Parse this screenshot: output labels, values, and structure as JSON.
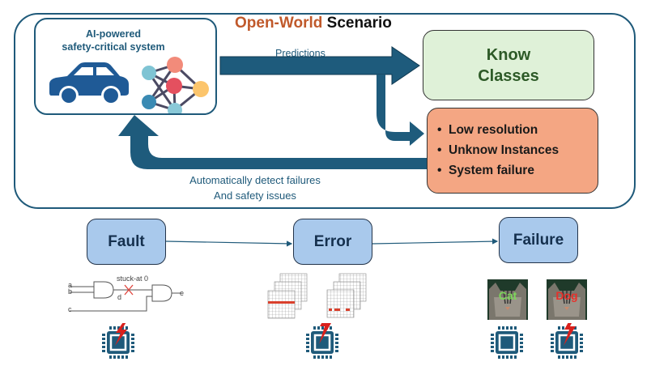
{
  "scenario": {
    "title_part1": "Open-World",
    "title_part2": "Scenario",
    "title_part1_color": "#c0592b"
  },
  "ai_system": {
    "title_line1": "AI-powered",
    "title_line2": "safety-critical system",
    "icons": [
      "car-icon",
      "neural-network-icon"
    ]
  },
  "arrows": {
    "predictions_label": "Predictions",
    "feedback_label_line1": "Automatically detect failures",
    "feedback_label_line2": "And safety issues"
  },
  "known_classes": {
    "line1": "Know",
    "line2": "Classes",
    "color": "#dff1d8"
  },
  "failure_cases": {
    "items": [
      "Low resolution",
      "Unknow Instances",
      "System failure"
    ],
    "color": "#f4a683"
  },
  "chain": {
    "stages": [
      {
        "label": "Fault"
      },
      {
        "label": "Error"
      },
      {
        "label": "Failure"
      }
    ],
    "fault_circuit": {
      "annotation": "stuck-at 0",
      "inputs": [
        "a",
        "b",
        "c"
      ],
      "internal_node": "d",
      "output": "e"
    },
    "failure_images": [
      {
        "label": "Cat",
        "label_color": "#7cd65a",
        "faulty": false
      },
      {
        "label": "Dog",
        "label_color": "#e8302a",
        "faulty": true
      }
    ]
  },
  "colors": {
    "primary": "#1f5a7a",
    "stage_fill": "#a9c9ec",
    "fault_red": "#d9201c"
  }
}
